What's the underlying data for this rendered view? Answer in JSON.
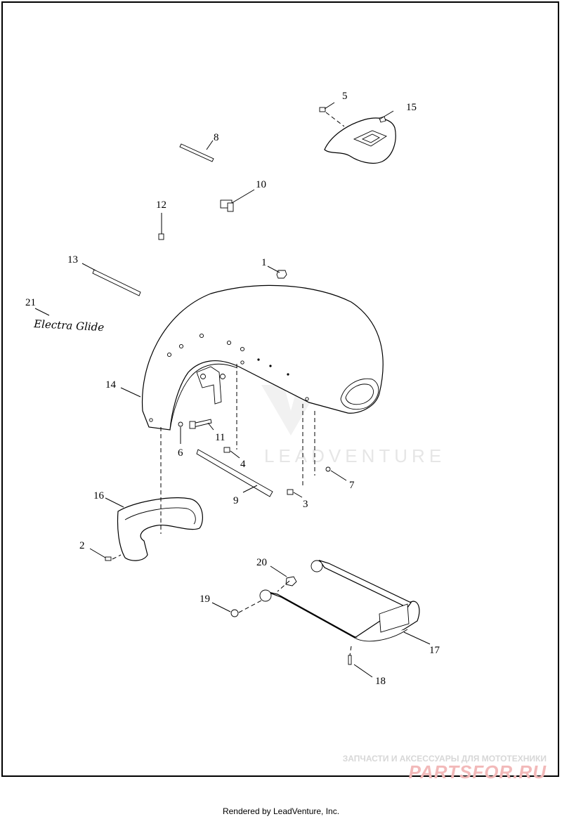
{
  "callouts": [
    "1",
    "2",
    "3",
    "4",
    "5",
    "6",
    "7",
    "8",
    "9",
    "10",
    "11",
    "12",
    "13",
    "14",
    "15",
    "16",
    "17",
    "18",
    "19",
    "20",
    "21"
  ],
  "watermark": {
    "text": "LEADVENTURE"
  },
  "stamp": {
    "tagline": "ЗАПЧАСТИ И АКСЕССУАРЫ ДЛЯ МОТОТЕХНИКИ",
    "brand": "PARTSFOR.RU"
  },
  "badge_script": "Electra Glide",
  "footer": {
    "credit": "Rendered by LeadVenture, Inc."
  }
}
